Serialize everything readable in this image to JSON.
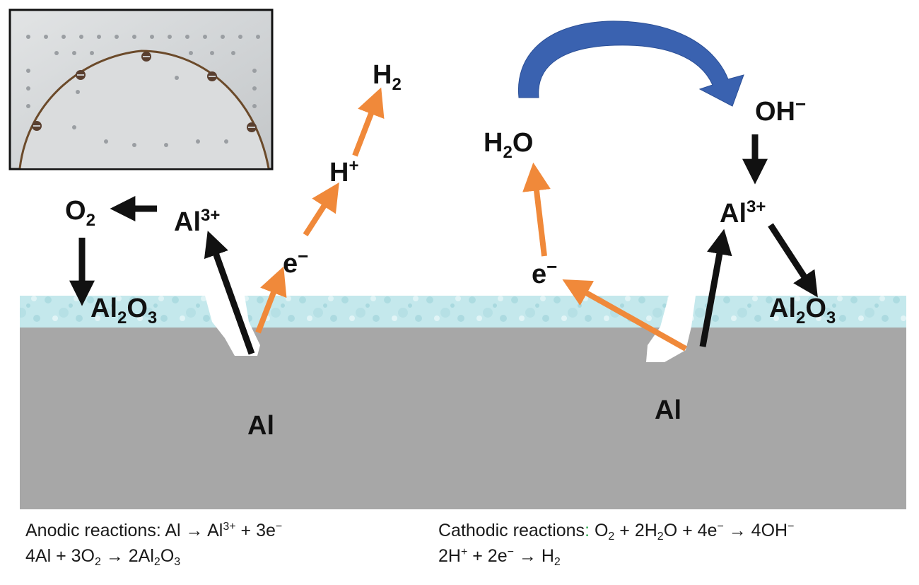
{
  "labels": {
    "h2": {
      "base": "H",
      "sub": "2"
    },
    "h_plus": {
      "base": "H",
      "sup": "+"
    },
    "e_left": {
      "base": "e",
      "sup": "−"
    },
    "al3_left": {
      "base": "Al",
      "sup": "3+"
    },
    "o2": {
      "base": "O",
      "sub": "2"
    },
    "al2o3_left": {
      "a": "Al",
      "a_sub": "2",
      "b": "O",
      "b_sub": "3"
    },
    "al_left": "Al",
    "h2o": {
      "a": "H",
      "a_sub": "2",
      "b": "O"
    },
    "oh": {
      "base": "OH",
      "sup": "−"
    },
    "al3_right": {
      "base": "Al",
      "sup": "3+"
    },
    "e_right": {
      "base": "e",
      "sup": "−"
    },
    "al2o3_right": {
      "a": "Al",
      "a_sub": "2",
      "b": "O",
      "b_sub": "3"
    },
    "al_right": "Al"
  },
  "captions": {
    "anodic_title": "Anodic reactions: ",
    "anodic_eq1": {
      "p1": "Al → Al",
      "sup": "3+",
      "p2": " + 3e",
      "sup2": "−"
    },
    "anodic_eq2": {
      "p1": "4Al + 3O",
      "sub1": "2",
      "p2": " → 2Al",
      "sub2": "2",
      "p3": "O",
      "sub3": "3"
    },
    "cathodic_title": "Cathodic reactions",
    "cathodic_colon": ": ",
    "cathodic_eq1": {
      "p1": "O",
      "sub1": "2",
      "p2": " + 2H",
      "sub2": "2",
      "p3": "O + 4e",
      "sup3": "−",
      "p4": " → 4OH",
      "sup4": "−"
    },
    "cathodic_eq2": {
      "p1": "2H",
      "sup1": "+",
      "p2": " + 2e",
      "sup2": "−",
      "p3": " → H",
      "sub3": "2"
    }
  },
  "icons": {
    "photo": "corroded-panel-photo-icon",
    "cycle": "curved-cycle-arrow-icon"
  },
  "colors": {
    "metal": "#a7a7a7",
    "oxide": "#bfe6ea",
    "orange_arrow": "#f0893a",
    "black_arrow": "#111111",
    "cycle_arrow": "#3a62b0",
    "photo_frame": "#111111"
  }
}
